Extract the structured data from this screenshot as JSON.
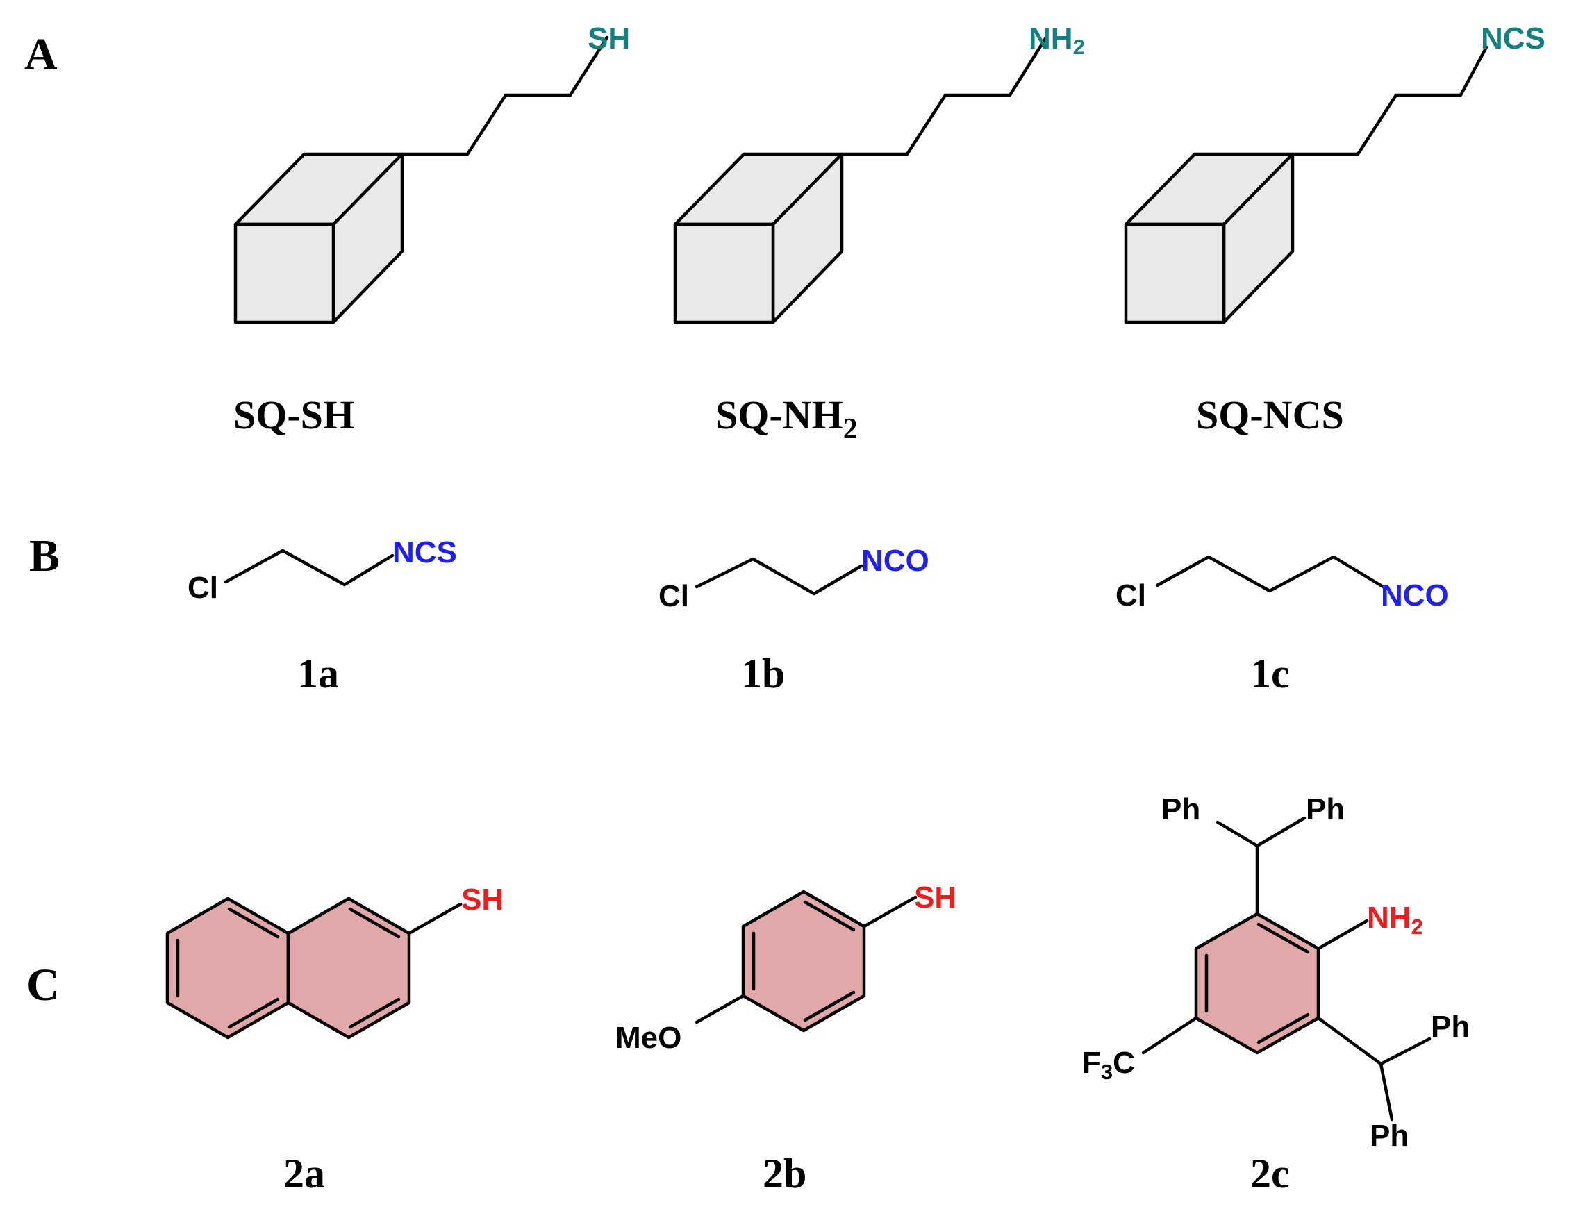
{
  "colors": {
    "cube_fill": "#e9e9e9",
    "ring_fill": "#e0a8a8",
    "teal": "#148080",
    "blue": "#1f1ff0",
    "red": "#ee1c1c",
    "black": "#000000"
  },
  "panels": {
    "A": {
      "label": "A",
      "items": [
        {
          "group": "SH",
          "name_main": "SQ-SH",
          "name_sub": ""
        },
        {
          "group_main": "NH",
          "group_sub": "2",
          "name_main": "SQ-NH",
          "name_sub": "2"
        },
        {
          "group": "NCS",
          "name_main": "SQ-NCS",
          "name_sub": ""
        }
      ]
    },
    "B": {
      "label": "B",
      "items": [
        {
          "cl": "Cl",
          "group": "NCS",
          "name": "1a"
        },
        {
          "cl": "Cl",
          "group": "NCO",
          "name": "1b"
        },
        {
          "cl": "Cl",
          "group": "NCO",
          "name": "1c"
        }
      ]
    },
    "C": {
      "label": "C",
      "items": [
        {
          "group": "SH",
          "name": "2a"
        },
        {
          "group": "SH",
          "substituent": "MeO",
          "name": "2b"
        },
        {
          "group_main": "NH",
          "group_sub": "2",
          "ph": [
            "Ph",
            "Ph",
            "Ph",
            "Ph"
          ],
          "cf3_main": "F",
          "cf3_sub": "3",
          "cf3_tail": "C",
          "name": "2c"
        }
      ]
    }
  }
}
